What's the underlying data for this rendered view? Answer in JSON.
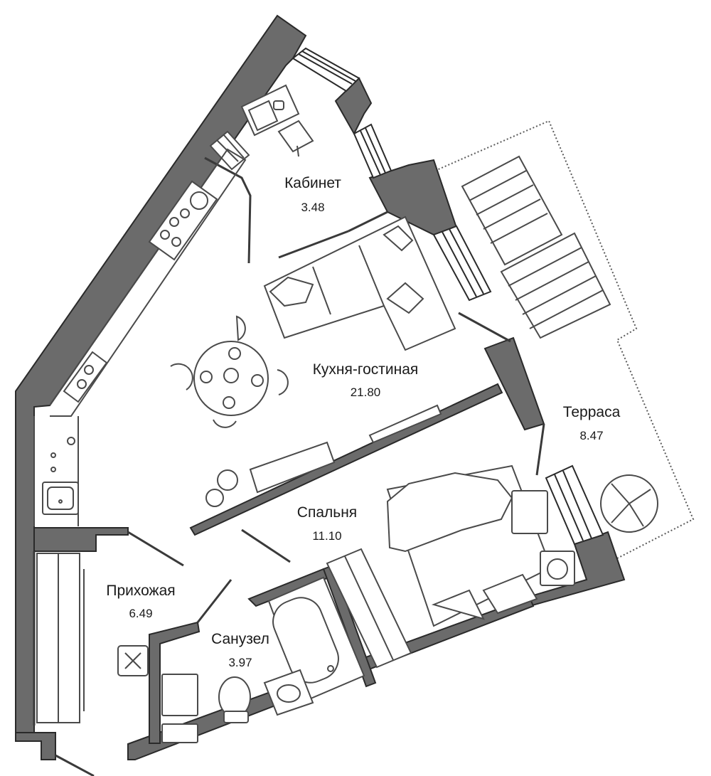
{
  "colors": {
    "wall": "#6b6b6b",
    "line": "#3a3a3a",
    "furniture": "#4a4a4a",
    "background": "#ffffff"
  },
  "rooms": {
    "cabinet": {
      "name": "Кабинет",
      "area": "3.48"
    },
    "kitchen_living": {
      "name": "Кухня-гостиная",
      "area": "21.80"
    },
    "terrace": {
      "name": "Терраса",
      "area": "8.47"
    },
    "bedroom": {
      "name": "Спальня",
      "area": "11.10"
    },
    "hallway": {
      "name": "Прихожая",
      "area": "6.49"
    },
    "bathroom": {
      "name": "Санузел",
      "area": "3.97"
    }
  },
  "icons": [
    "desk-icon",
    "chair-icon",
    "sofa-icon",
    "dining-table-icon",
    "stove-icon",
    "sink-icon",
    "bed-icon",
    "bathtub-icon",
    "toilet-icon",
    "washing-machine-icon",
    "plant-icon",
    "wardrobe-icon",
    "deck-chair-icon"
  ]
}
